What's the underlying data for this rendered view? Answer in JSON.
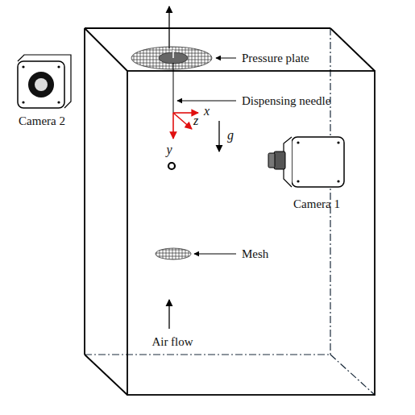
{
  "diagram": {
    "labels": [
      "Pressure plate",
      "Dispensing needle",
      "x",
      "y",
      "z",
      "g",
      "Camera 2",
      "Camera 1",
      "Mesh",
      "Air flow"
    ]
  }
}
